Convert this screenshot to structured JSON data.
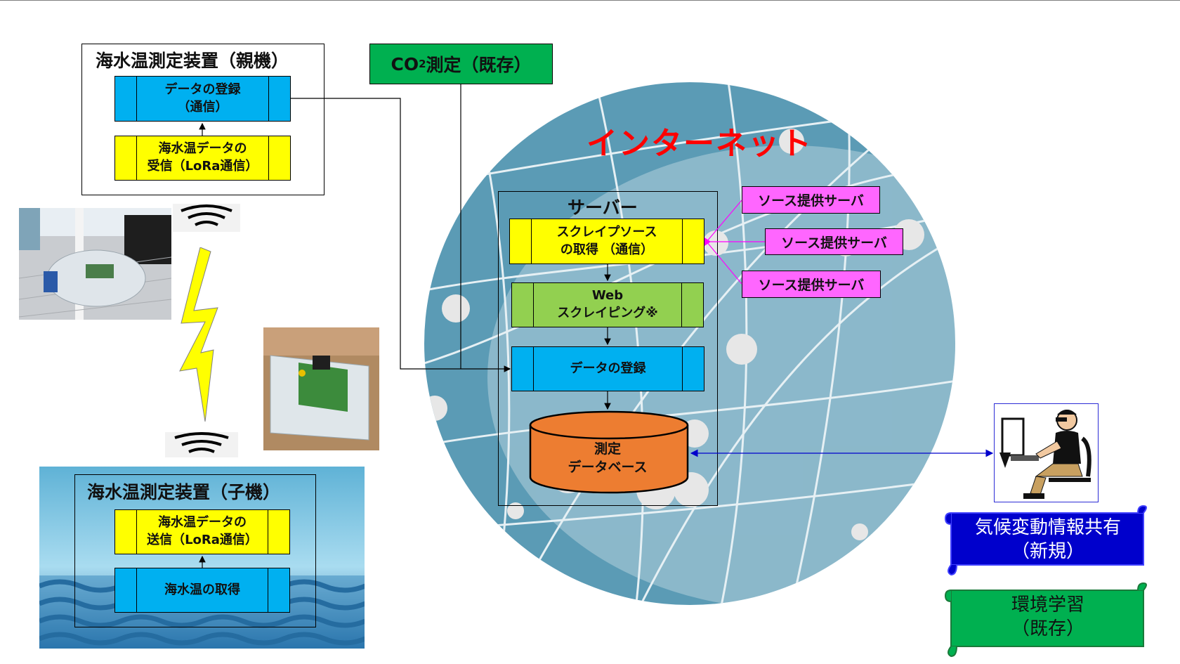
{
  "parent_device": {
    "title": "海水温測定装置（親機）",
    "register": "データの登録\n（通信）",
    "receive": "海水温データの\n受信（LoRa通信）"
  },
  "child_device": {
    "title": "海水温測定装置（子機）",
    "send": "海水温データの\n送信（LoRa通信）",
    "acquire": "海水温の取得"
  },
  "co2": {
    "prefix": "CO",
    "sub": "2",
    "suffix": "測定（既存）"
  },
  "internet": "インターネット",
  "server": {
    "title": "サーバー",
    "scrape_source": "スクレイプソース\nの取得 （通信）",
    "web_scraping": "Web\nスクレイピング※",
    "register": "データの登録",
    "database": "測定\nデータベース"
  },
  "source_servers": [
    "ソース提供サーバ",
    "ソース提供サーバ",
    "ソース提供サーバ"
  ],
  "scrolls": {
    "climate": "気候変動情報共有\n（新規）",
    "education": "環境学習\n（既存）"
  },
  "colors": {
    "blue_box": "#00b0f0",
    "yellow_box": "#ffff00",
    "green_box": "#92d050",
    "co2_box": "#00b050",
    "source_box": "#ff66ff",
    "database": "#ed7d31",
    "globe": "#5b9bb5",
    "internet_text": "#ff0000",
    "scroll_blue": "#0000cc",
    "scroll_green": "#00b050"
  },
  "icons": [
    "signal-waves-icon",
    "lightning-bolt-icon",
    "user-at-computer-icon",
    "database-cylinder-icon"
  ]
}
